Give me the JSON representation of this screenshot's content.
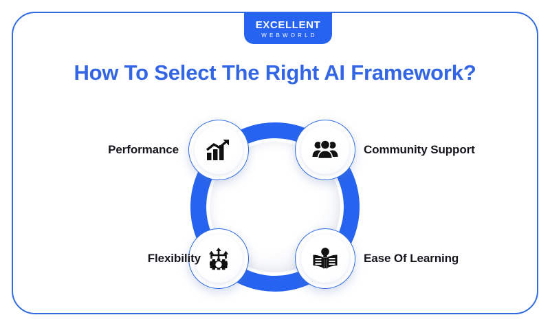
{
  "brand": {
    "name": "EXCELLENT",
    "subtitle": "WEBWORLD"
  },
  "title": "How To Select The Right AI Framework?",
  "colors": {
    "brand_blue": "#2563f0",
    "title_blue": "#3366e6",
    "frame_blue": "#2f6ae0",
    "label_text": "#15161c",
    "page_background": "#ffffff"
  },
  "diagram": {
    "type": "donut-four-node",
    "nodes": [
      {
        "id": "performance",
        "label": "Performance",
        "icon": "growth-chart-icon",
        "position": "top-left",
        "label_side": "left"
      },
      {
        "id": "community",
        "label": "Community Support",
        "icon": "people-group-icon",
        "position": "top-right",
        "label_side": "right"
      },
      {
        "id": "flexibility",
        "label": "Flexibility",
        "icon": "gear-branching-arrows-icon",
        "position": "bottom-left",
        "label_side": "left"
      },
      {
        "id": "ease-of-learning",
        "label": "Ease Of Learning",
        "icon": "open-book-lightbulb-icon",
        "position": "bottom-right",
        "label_side": "right"
      }
    ]
  }
}
